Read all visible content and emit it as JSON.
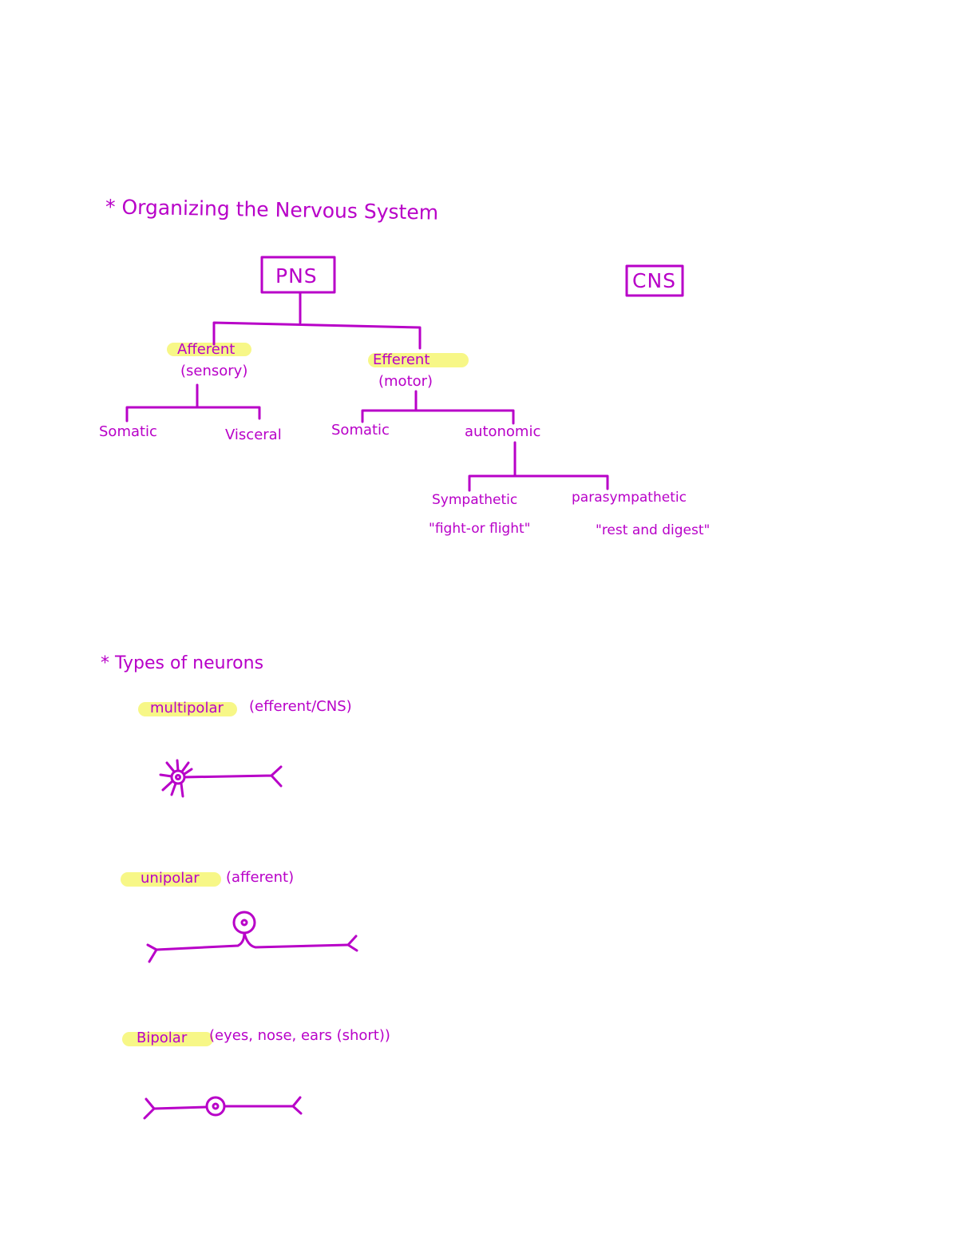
{
  "colors": {
    "ink": "#b800c8",
    "highlight": "#f7f787"
  },
  "section_nervous": {
    "title": "* Organizing the Nervous System",
    "pns_label": "PNS",
    "cns_label": "CNS",
    "afferent": {
      "label": "Afferent",
      "sub": "(sensory)"
    },
    "efferent": {
      "label": "Efferent",
      "sub": "(motor)"
    },
    "afferent_children": [
      "Somatic",
      "Visceral"
    ],
    "efferent_children": [
      "Somatic",
      "autonomic"
    ],
    "sympathetic": {
      "label": "Sympathetic",
      "quote": "\"fight-or flight\""
    },
    "parasympathetic": {
      "label": "parasympathetic",
      "quote": "\"rest and digest\""
    }
  },
  "section_neurons": {
    "title": "* Types of neurons",
    "multipolar": {
      "label": "multipolar",
      "note": "(efferent/CNS)"
    },
    "unipolar": {
      "label": "unipolar",
      "note": "(afferent)"
    },
    "bipolar": {
      "label": "Bipolar",
      "note": "(eyes, nose, ears (short))"
    }
  }
}
